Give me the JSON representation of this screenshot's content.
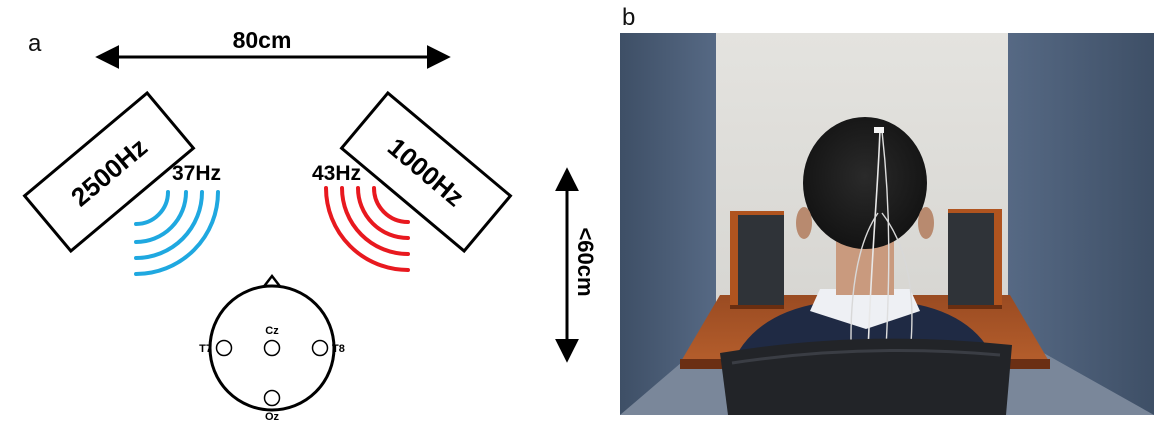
{
  "panels": {
    "a": {
      "label": "a"
    },
    "b": {
      "label": "b"
    }
  },
  "diagram": {
    "distance_horizontal": "80cm",
    "distance_vertical": "<60cm",
    "speaker_left": {
      "frequency": "2500Hz",
      "modulation": "37Hz",
      "wave_color": "#1fa8e0"
    },
    "speaker_right": {
      "frequency": "1000Hz",
      "modulation": "43Hz",
      "wave_color": "#e8191f"
    },
    "electrodes": [
      "Cz",
      "T7",
      "T8",
      "Oz"
    ]
  }
}
